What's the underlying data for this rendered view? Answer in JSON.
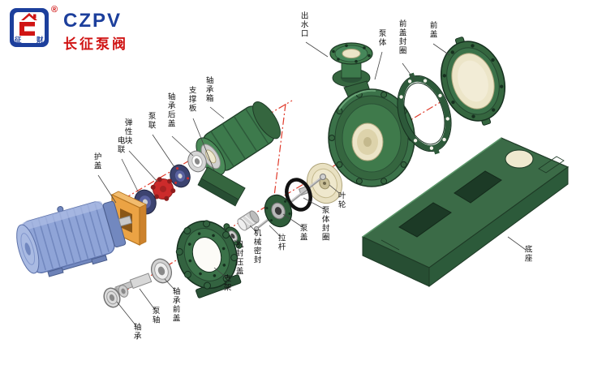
{
  "logo": {
    "acronym": "CZPV",
    "name_cn": "长征泵阀",
    "registered": "®",
    "emblem_left_char": "征",
    "emblem_right_char": "财"
  },
  "colors": {
    "brand_blue": "#1c3f9c",
    "brand_red": "#d01414",
    "pump_green_dark": "#2f5d3a",
    "pump_green": "#3d7a4c",
    "impeller_cream": "#ece5c8",
    "motor_blue": "#8fa4d7",
    "guard_orange": "#eba344",
    "coupling_red": "#cc2b2b",
    "axis_line_red": "#e03a2a",
    "background": "#ffffff"
  },
  "diagram": {
    "type": "exploded-view",
    "subject": "centrifugal pump assembly",
    "labels": [
      {
        "id": "outlet",
        "text": "出水口"
      },
      {
        "id": "pump-body",
        "text": "泵体"
      },
      {
        "id": "front-cover-seal-ring",
        "text": "前盖封圈"
      },
      {
        "id": "front-cover",
        "text": "前盖"
      },
      {
        "id": "bearing-housing",
        "text": "轴承箱"
      },
      {
        "id": "support-plate",
        "text": "支撑板"
      },
      {
        "id": "bearing-rear-cover",
        "text": "轴承后盖"
      },
      {
        "id": "pump-coupling",
        "text": "泵联"
      },
      {
        "id": "elastic-block",
        "text": "弹性块"
      },
      {
        "id": "motor-coupling",
        "text": "电联"
      },
      {
        "id": "guard-cover",
        "text": "护盖"
      },
      {
        "id": "impeller",
        "text": "叶轮"
      },
      {
        "id": "pump-body-seal-ring",
        "text": "泵体封圈"
      },
      {
        "id": "pump-cover",
        "text": "泵盖"
      },
      {
        "id": "tie-rod",
        "text": "拉杆"
      },
      {
        "id": "mechanical-seal",
        "text": "机械密封"
      },
      {
        "id": "seal-gland",
        "text": "机封压盖"
      },
      {
        "id": "bracket",
        "text": "支架"
      },
      {
        "id": "bearing-front-cover",
        "text": "轴承前盖"
      },
      {
        "id": "pump-shaft",
        "text": "泵轴"
      },
      {
        "id": "bearing",
        "text": "轴承"
      },
      {
        "id": "base",
        "text": "底座"
      }
    ]
  }
}
